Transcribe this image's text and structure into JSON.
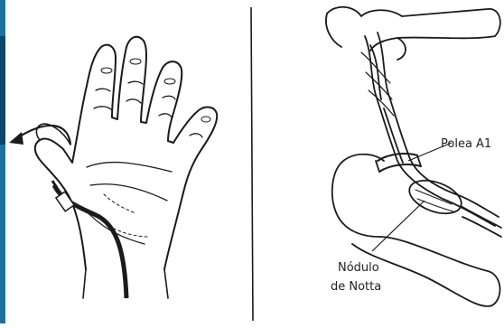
{
  "labels": {
    "pulley": "Polea A1",
    "nodule_line1": "Nódulo",
    "nodule_line2": "de Notta"
  },
  "colors": {
    "ink": "#1b1b1b",
    "edge_strip": "#1f6fa0",
    "edge_strip_dark": "#0d4768",
    "background": "#ffffff"
  },
  "icons": {
    "hand": "hand-illustration",
    "arrow": "curved-arrow-icon",
    "tendon": "tendon-illustration"
  }
}
